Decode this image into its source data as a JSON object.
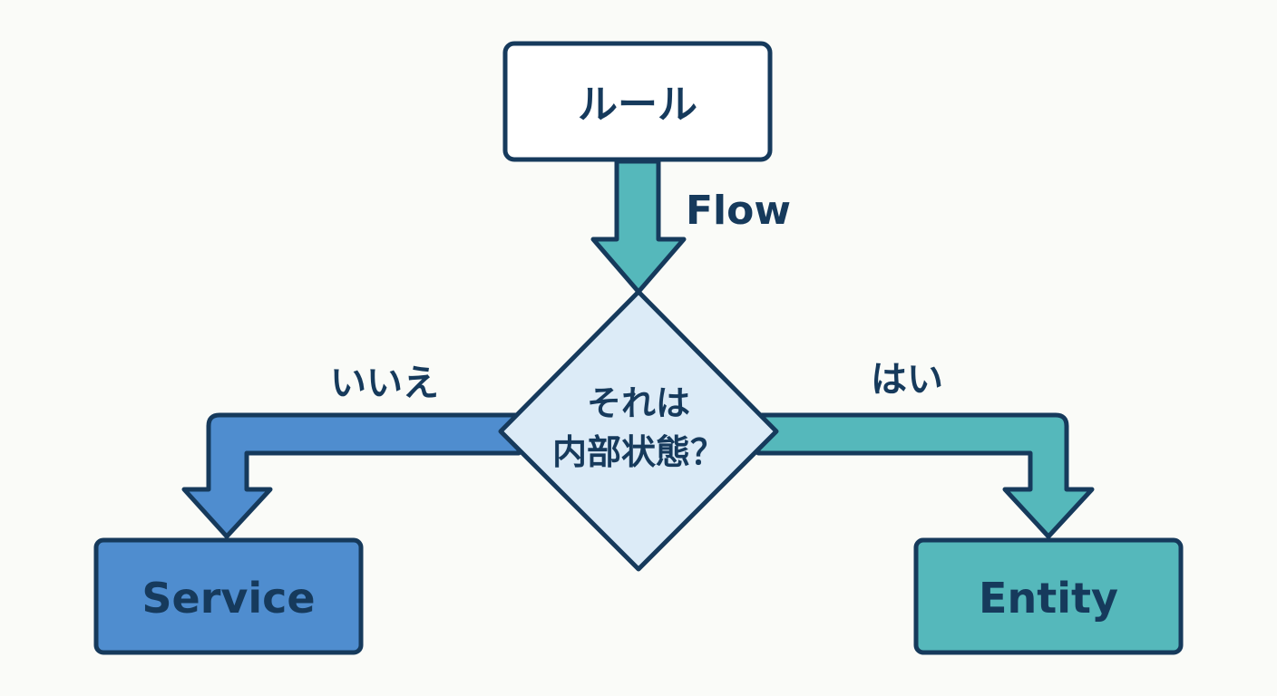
{
  "nodes": {
    "start": "ルール",
    "decision_line1": "それは",
    "decision_line2": "内部状態？",
    "left_result": "Service",
    "right_result": "Entity"
  },
  "edges": {
    "top_flow": "Flow",
    "no_branch": "いいえ",
    "yes_branch": "はい"
  },
  "colors": {
    "background": "#fafbf8",
    "outline": "#163a5c",
    "teal": "#55b8bb",
    "blue": "#4f8dcf",
    "decision_fill": "#dcebf7",
    "start_fill": "#ffffff"
  }
}
